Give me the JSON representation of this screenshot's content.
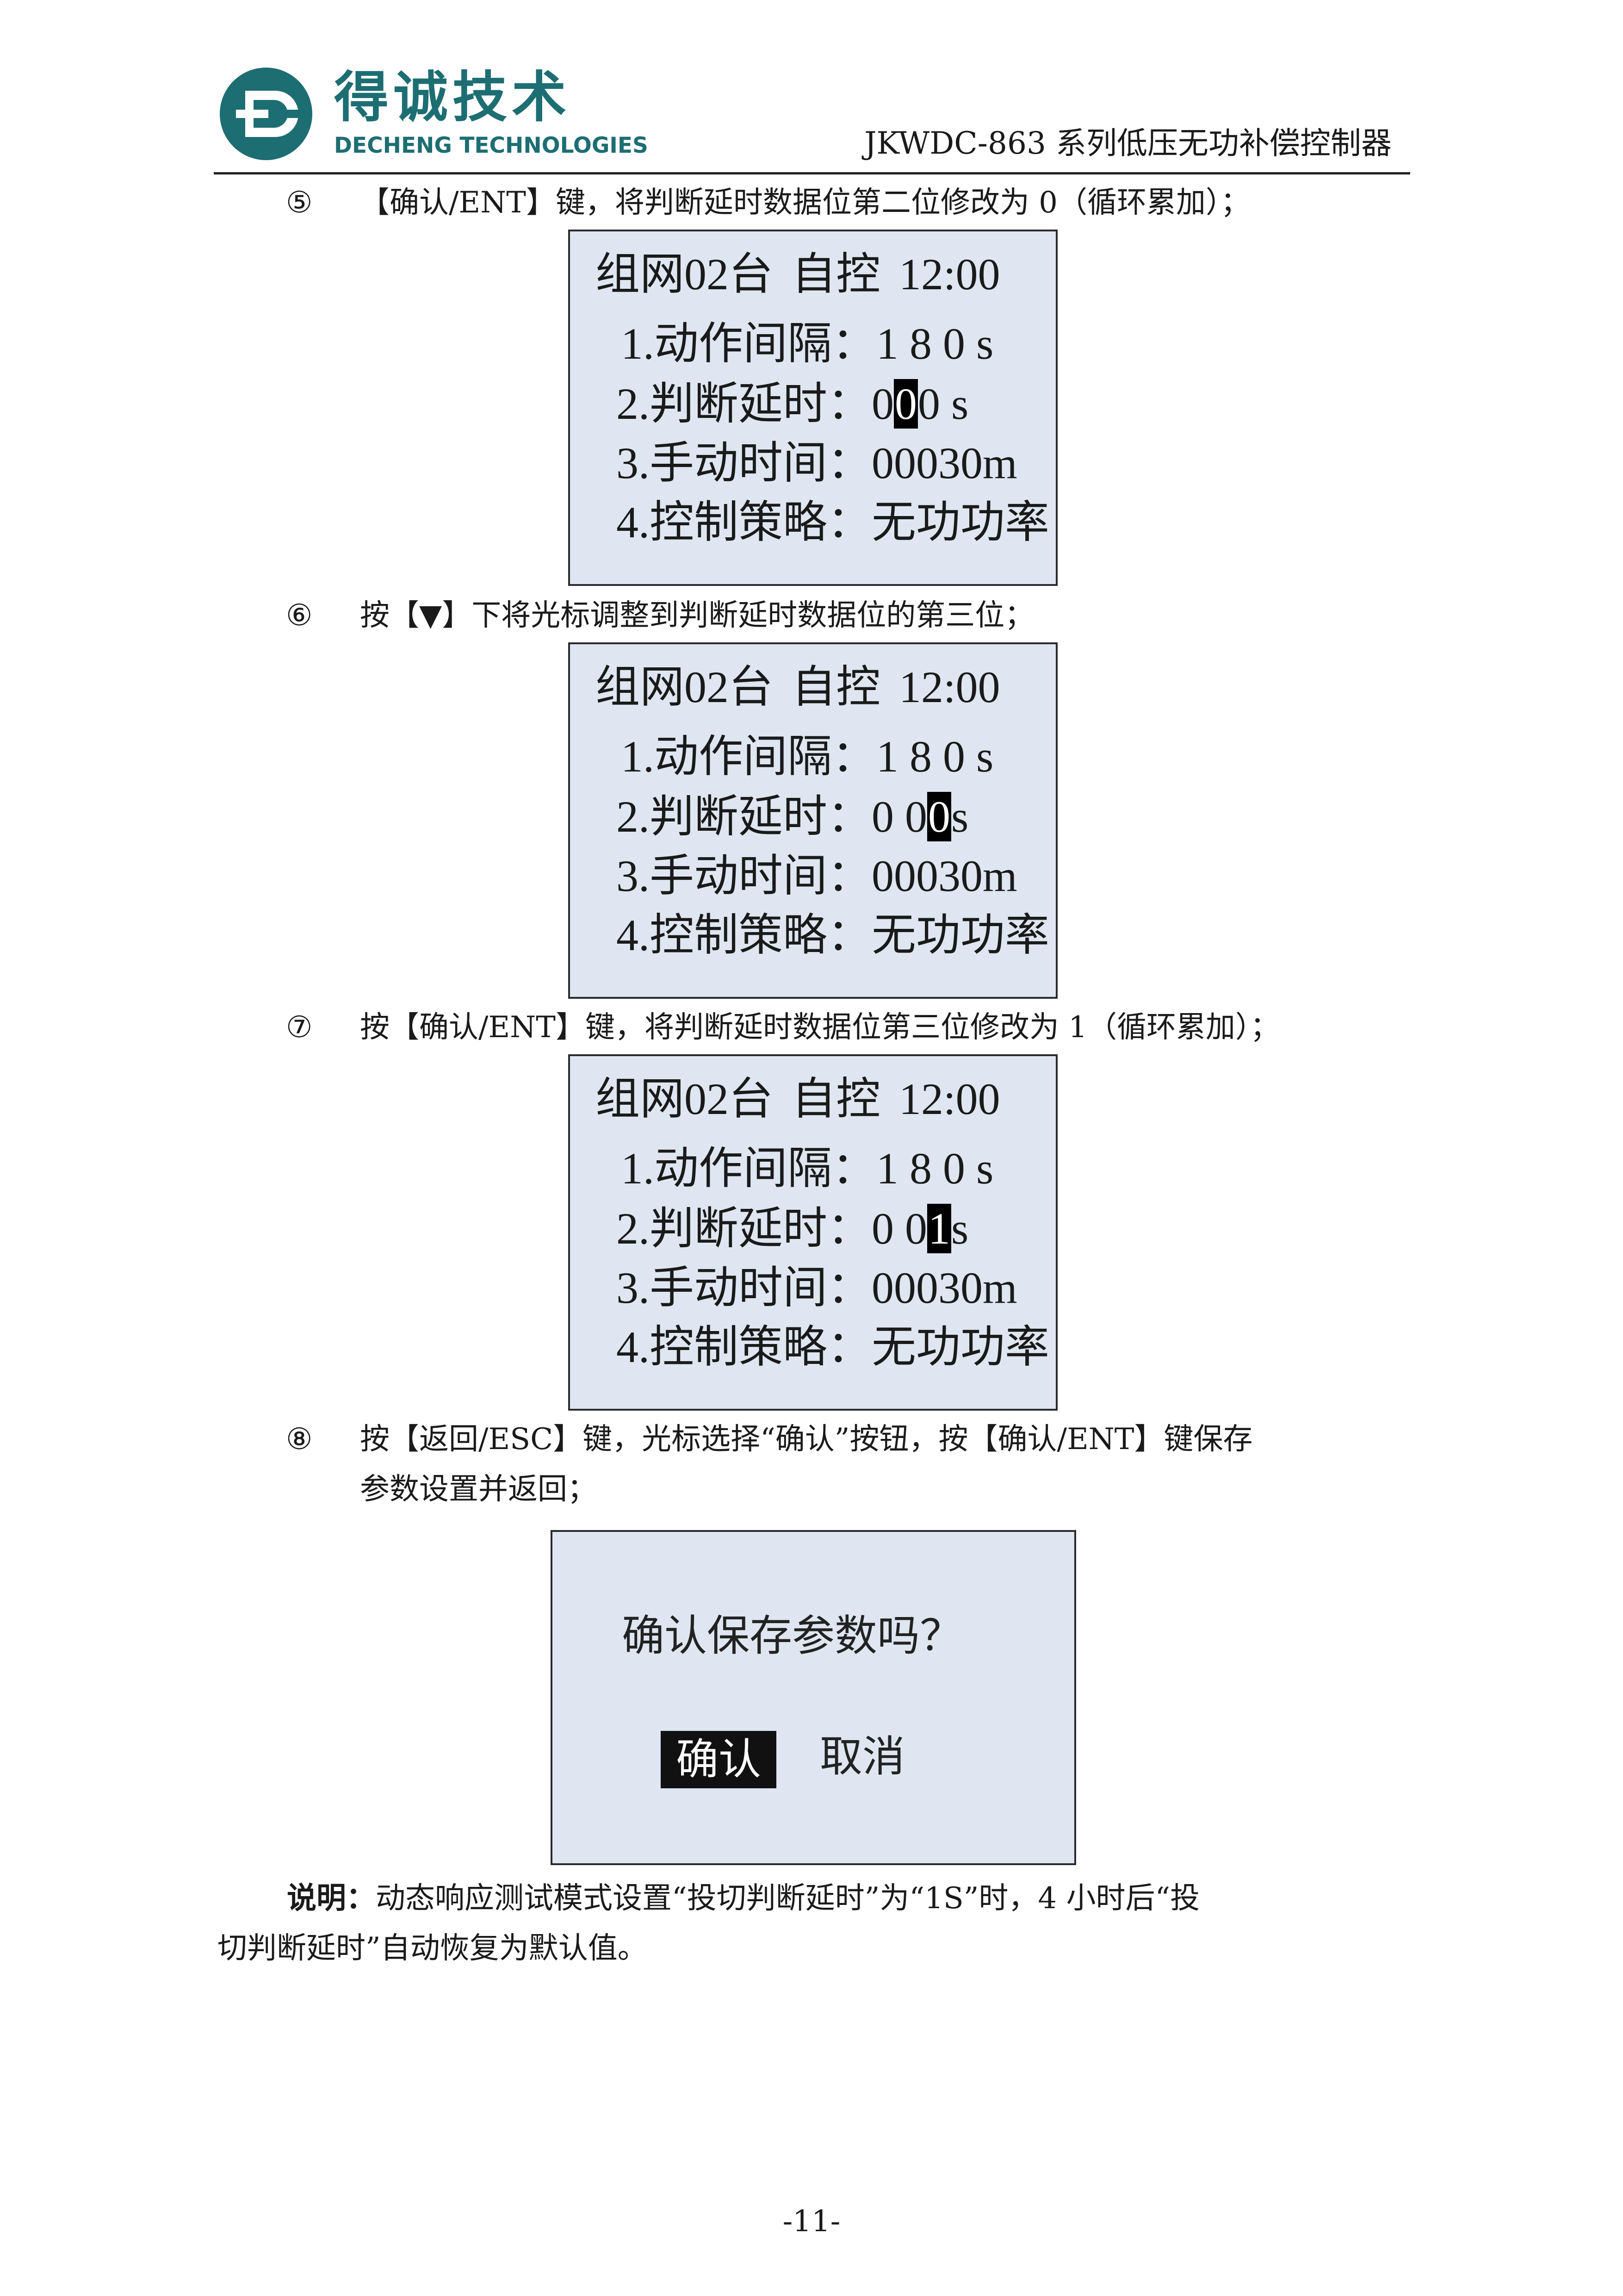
{
  "header": {
    "logo_cn": "得诚技术",
    "logo_en": "DECHENG TECHNOLOGIES",
    "doc_title": "JKWDC-863 系列低压无功补偿控制器",
    "brand_color": "#1d6e72"
  },
  "steps": [
    {
      "num": "⑤",
      "text": "【确认/ENT】键，将判断延时数据位第二位修改为 0（循环累加）；"
    },
    {
      "num": "⑥",
      "text": "按【▼】下将光标调整到判断延时数据位的第三位；"
    },
    {
      "num": "⑦",
      "text": "按【确认/ENT】键，将判断延时数据位第三位修改为 1（循环累加）；"
    },
    {
      "num": "⑧",
      "text": "按【返回/ESC】键，光标选择“确认”按钮，按【确认/ENT】键保存",
      "text2": "参数设置并返回；"
    }
  ],
  "screens": [
    {
      "title": "组网02台",
      "mode": "自控",
      "time": "12:00",
      "l1_label": "1.动作间隔：",
      "l1_value": "1 8 0 s",
      "l2_label": "2.判断延时：",
      "l2_pre": "0",
      "l2_cursor": "0",
      "l2_post": "0 s",
      "l3": "3.手动时间：00030m",
      "l4": "4.控制策略：无功功率"
    },
    {
      "title": "组网02台",
      "mode": "自控",
      "time": "12:00",
      "l1_label": "1.动作间隔：",
      "l1_value": "1 8 0 s",
      "l2_label": "2.判断延时：",
      "l2_pre": "0 0",
      "l2_cursor": "0",
      "l2_post": "s",
      "l3": "3.手动时间：00030m",
      "l4": "4.控制策略：无功功率"
    },
    {
      "title": "组网02台",
      "mode": "自控",
      "time": "12:00",
      "l1_label": "1.动作间隔：",
      "l1_value": "1 8 0 s",
      "l2_label": "2.判断延时：",
      "l2_pre": "0 0",
      "l2_cursor": "1",
      "l2_post": "s",
      "l3": "3.手动时间：00030m",
      "l4": "4.控制策略：无功功率"
    }
  ],
  "dialog": {
    "question": "确认保存参数吗？",
    "confirm": "确认",
    "cancel": "取消"
  },
  "note": {
    "label": "说明：",
    "line1": "动态响应测试模式设置“投切判断延时”为“1S”时，4 小时后“投",
    "line2": "切判断延时”自动恢复为默认值。"
  },
  "page_number": "-11-"
}
